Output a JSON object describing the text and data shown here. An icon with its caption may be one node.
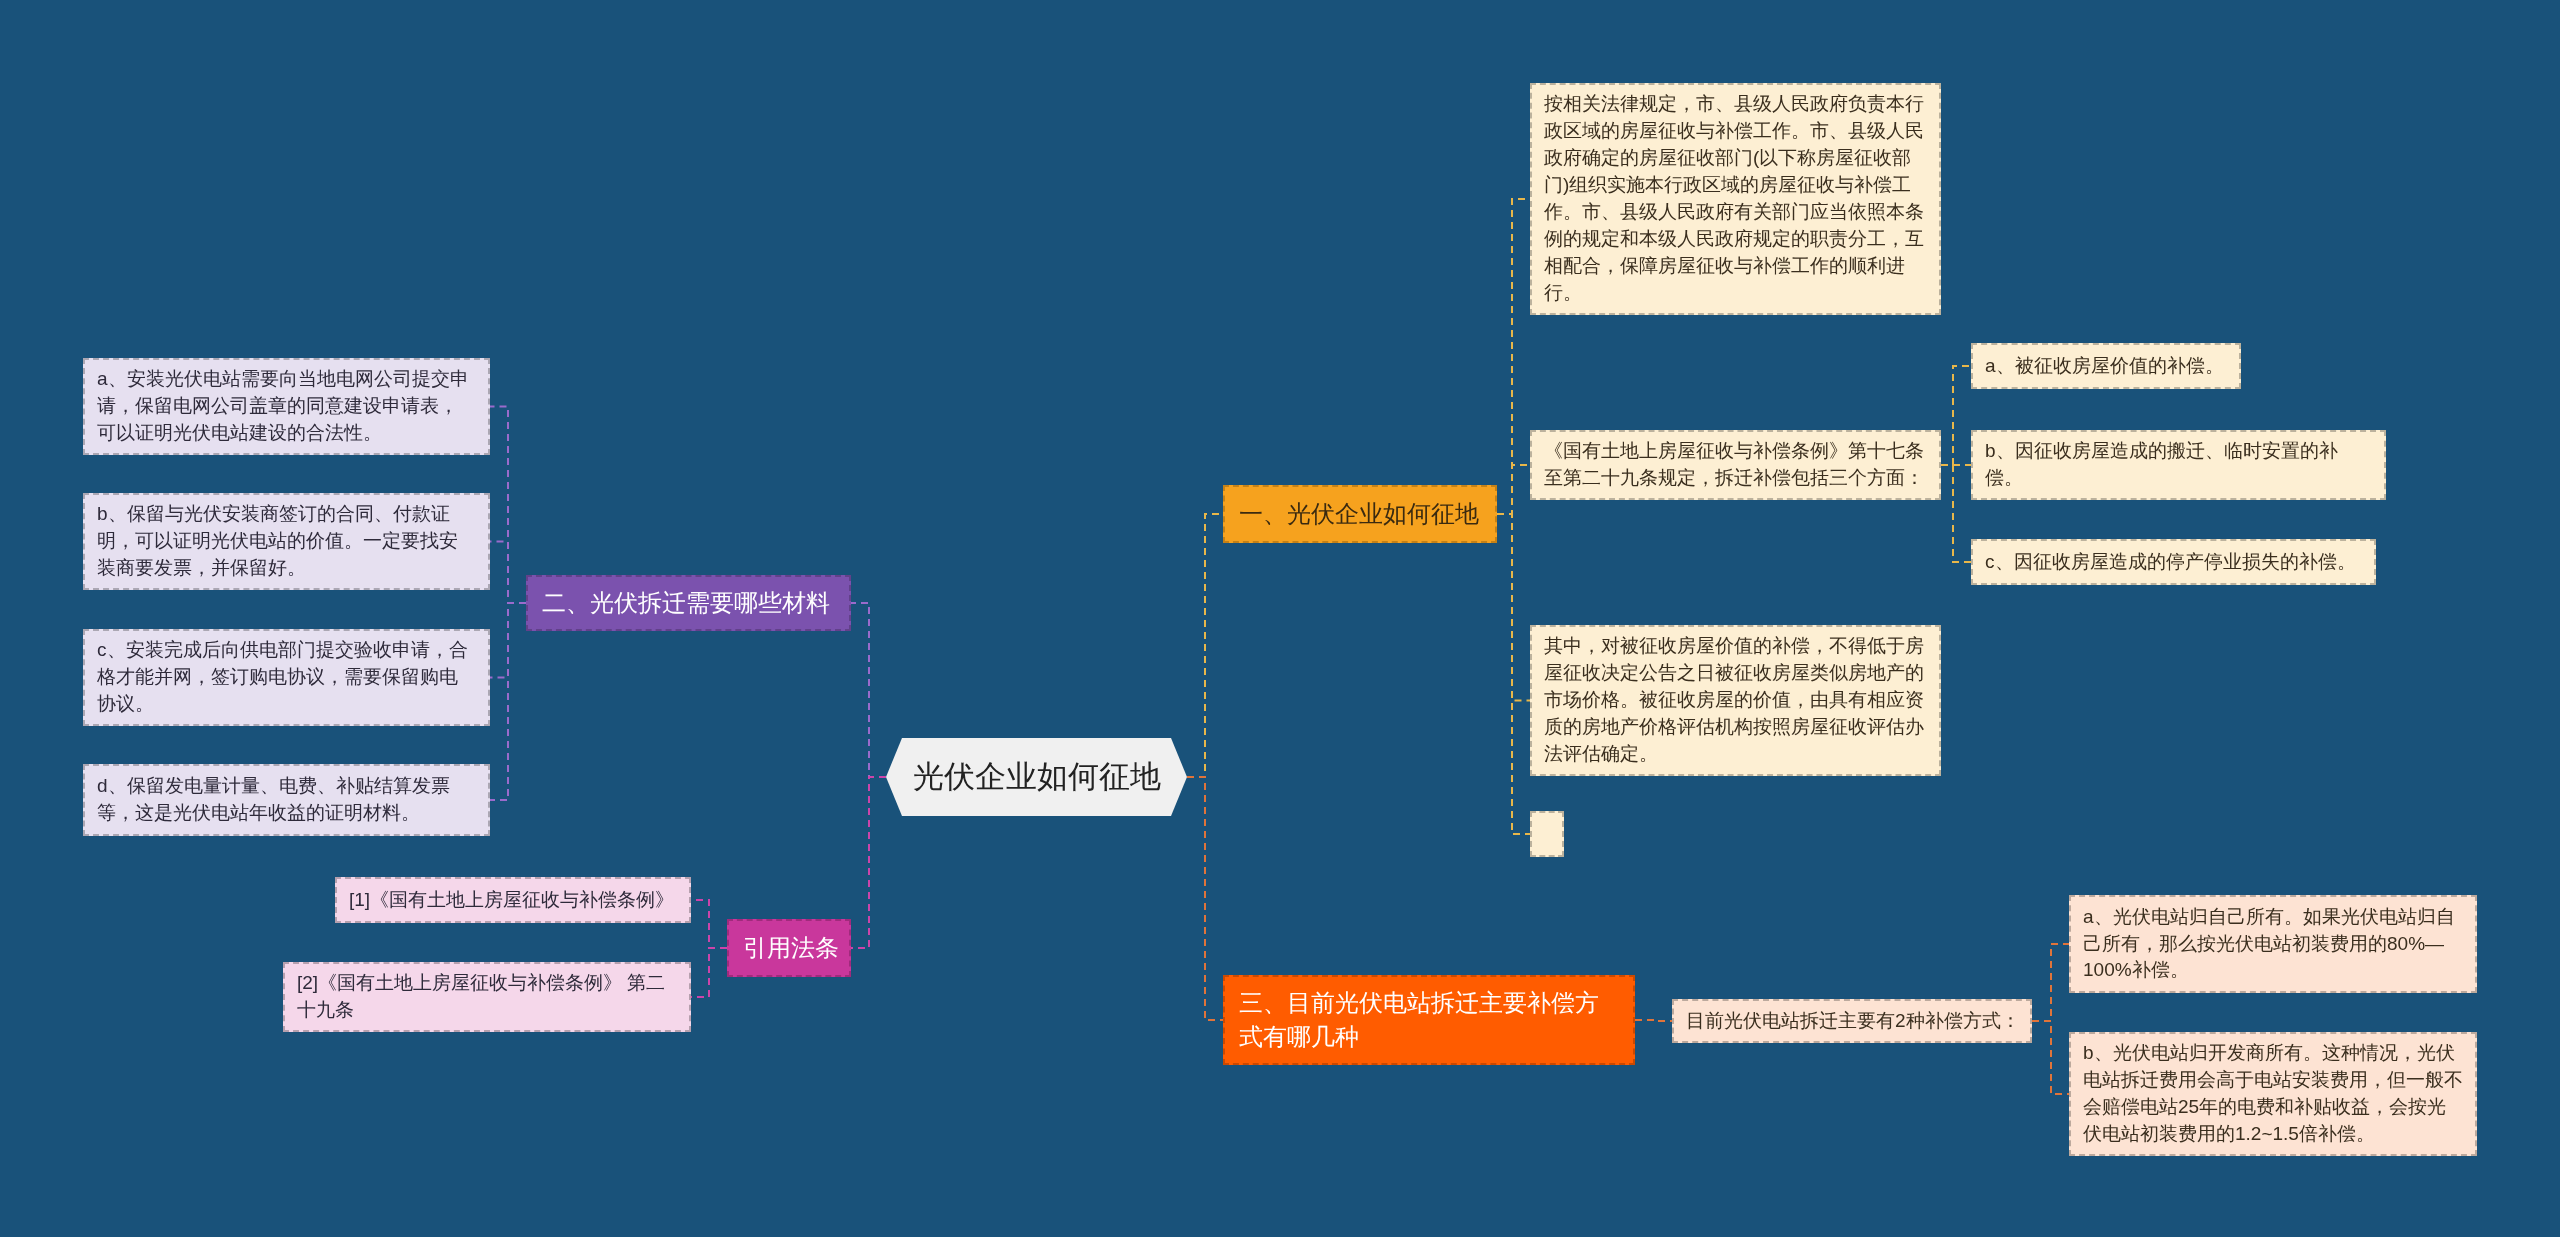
{
  "diagram": {
    "nodes": [
      {
        "text": [
          "光伏企业如何征地"
        ]
      },
      {
        "text": [
          "一、光伏企业如何征地"
        ]
      },
      {
        "text": [
          "按相关法律规定，市、县级人民政府负责本行政区域的房屋征收与补偿工作。市、县级人民政府确定的房屋征收部门(以下称房屋征收部门)组织实施本行政区域的房屋征收与补偿工作。市、县级人民政府有关部门应当依照本条例的规定和本级人民政府规定的职责分工，互相配合，保障房屋征收与补偿工作的顺利进行。"
        ]
      },
      {
        "text": [
          "《国有土地上房屋征收与补偿条例》第十七条至第二十九条规定，拆迁补偿包括三个方面："
        ]
      },
      {
        "text": [
          "a、被征收房屋价值的补偿。"
        ]
      },
      {
        "text": [
          "b、因征收房屋造成的搬迁、临时安置的补偿。"
        ]
      },
      {
        "text": [
          "c、因征收房屋造成的停产停业损失的补偿。"
        ]
      },
      {
        "text": [
          "其中，对被征收房屋价值的补偿，不得低于房屋征收决定公告之日被征收房屋类似房地产的市场价格。被征收房屋的价值，由具有相应资质的房地产价格评估机构按照房屋征收评估办法评估确定。"
        ]
      },
      {
        "text": [],
        "shape": "box"
      },
      {
        "text": [
          "三、目前光伏电站拆迁主要补偿方式有哪几种"
        ]
      },
      {
        "text": [
          "目前光伏电站拆迁主要有2种补偿方式："
        ]
      },
      {
        "text": [
          "a、光伏电站归自己所有。如果光伏电站归自己所有，那么按光伏电站初装费用的80%—100%补偿。"
        ]
      },
      {
        "text": [
          "b、光伏电站归开发商所有。这种情况，光伏电站拆迁费用会高于电站安装费用，但一般不会赔偿电站25年的电费和补贴收益，会按光伏电站初装费用的1.2~1.5倍补偿。"
        ]
      },
      {
        "text": [
          "二、光伏拆迁需要哪些材料"
        ]
      },
      {
        "text": [
          "a、安装光伏电站需要向当地电网公司提交申请，保留电网公司盖章的同意建设申请表，可以证明光伏电站建设的合法性。"
        ]
      },
      {
        "text": [
          "b、保留与光伏安装商签订的合同、付款证明，可以证明光伏电站的价值。一定要找安装商要发票，并保留好。"
        ]
      },
      {
        "text": [
          "c、安装完成后向供电部门提交验收申请，合格才能并网，签订购电协议，需要保留购电协议。"
        ]
      },
      {
        "text": [
          "d、保留发电量计量、电费、补贴结算发票等，这是光伏电站年收益的证明材料。"
        ]
      },
      {
        "text": [
          "引用法条"
        ]
      },
      {
        "text": [
          "[1]《国有土地上房屋征收与补偿条例》"
        ]
      },
      {
        "text": [
          "[2]《国有土地上房屋征收与补偿条例》 第二十九条"
        ]
      }
    ],
    "edges": [
      {
        "from": 0,
        "to": 1,
        "arrow": "none",
        "style": "dashed",
        "color": "#e8b74a"
      },
      {
        "from": 0,
        "to": 9,
        "arrow": "none",
        "style": "dashed",
        "color": "#e0743a"
      },
      {
        "from": 0,
        "to": 13,
        "arrow": "none",
        "style": "dashed",
        "color": "#9b6bcc"
      },
      {
        "from": 0,
        "to": 18,
        "arrow": "none",
        "style": "dashed",
        "color": "#cc44aa"
      },
      {
        "from": 1,
        "to": 2,
        "arrow": "none",
        "style": "dashed",
        "color": "#e8b74a"
      },
      {
        "from": 1,
        "to": 3,
        "arrow": "none",
        "style": "dashed",
        "color": "#e8b74a"
      },
      {
        "from": 1,
        "to": 7,
        "arrow": "none",
        "style": "dashed",
        "color": "#e8b74a"
      },
      {
        "from": 1,
        "to": 8,
        "arrow": "none",
        "style": "dashed",
        "color": "#e8b74a"
      },
      {
        "from": 3,
        "to": 4,
        "arrow": "none",
        "style": "dashed",
        "color": "#e8b74a"
      },
      {
        "from": 3,
        "to": 5,
        "arrow": "none",
        "style": "dashed",
        "color": "#e8b74a"
      },
      {
        "from": 3,
        "to": 6,
        "arrow": "none",
        "style": "dashed",
        "color": "#e8b74a"
      },
      {
        "from": 9,
        "to": 10,
        "arrow": "none",
        "style": "dashed",
        "color": "#e0743a"
      },
      {
        "from": 10,
        "to": 11,
        "arrow": "none",
        "style": "dashed",
        "color": "#e0743a"
      },
      {
        "from": 10,
        "to": 12,
        "arrow": "none",
        "style": "dashed",
        "color": "#e0743a"
      },
      {
        "from": 13,
        "to": 14,
        "arrow": "none",
        "style": "dashed",
        "color": "#9b6bcc"
      },
      {
        "from": 13,
        "to": 15,
        "arrow": "none",
        "style": "dashed",
        "color": "#9b6bcc"
      },
      {
        "from": 13,
        "to": 16,
        "arrow": "none",
        "style": "dashed",
        "color": "#9b6bcc"
      },
      {
        "from": 13,
        "to": 17,
        "arrow": "none",
        "style": "dashed",
        "color": "#9b6bcc"
      },
      {
        "from": 18,
        "to": 19,
        "arrow": "none",
        "style": "dashed",
        "color": "#cc44aa"
      },
      {
        "from": 18,
        "to": 20,
        "arrow": "none",
        "style": "dashed",
        "color": "#cc44aa"
      }
    ]
  }
}
